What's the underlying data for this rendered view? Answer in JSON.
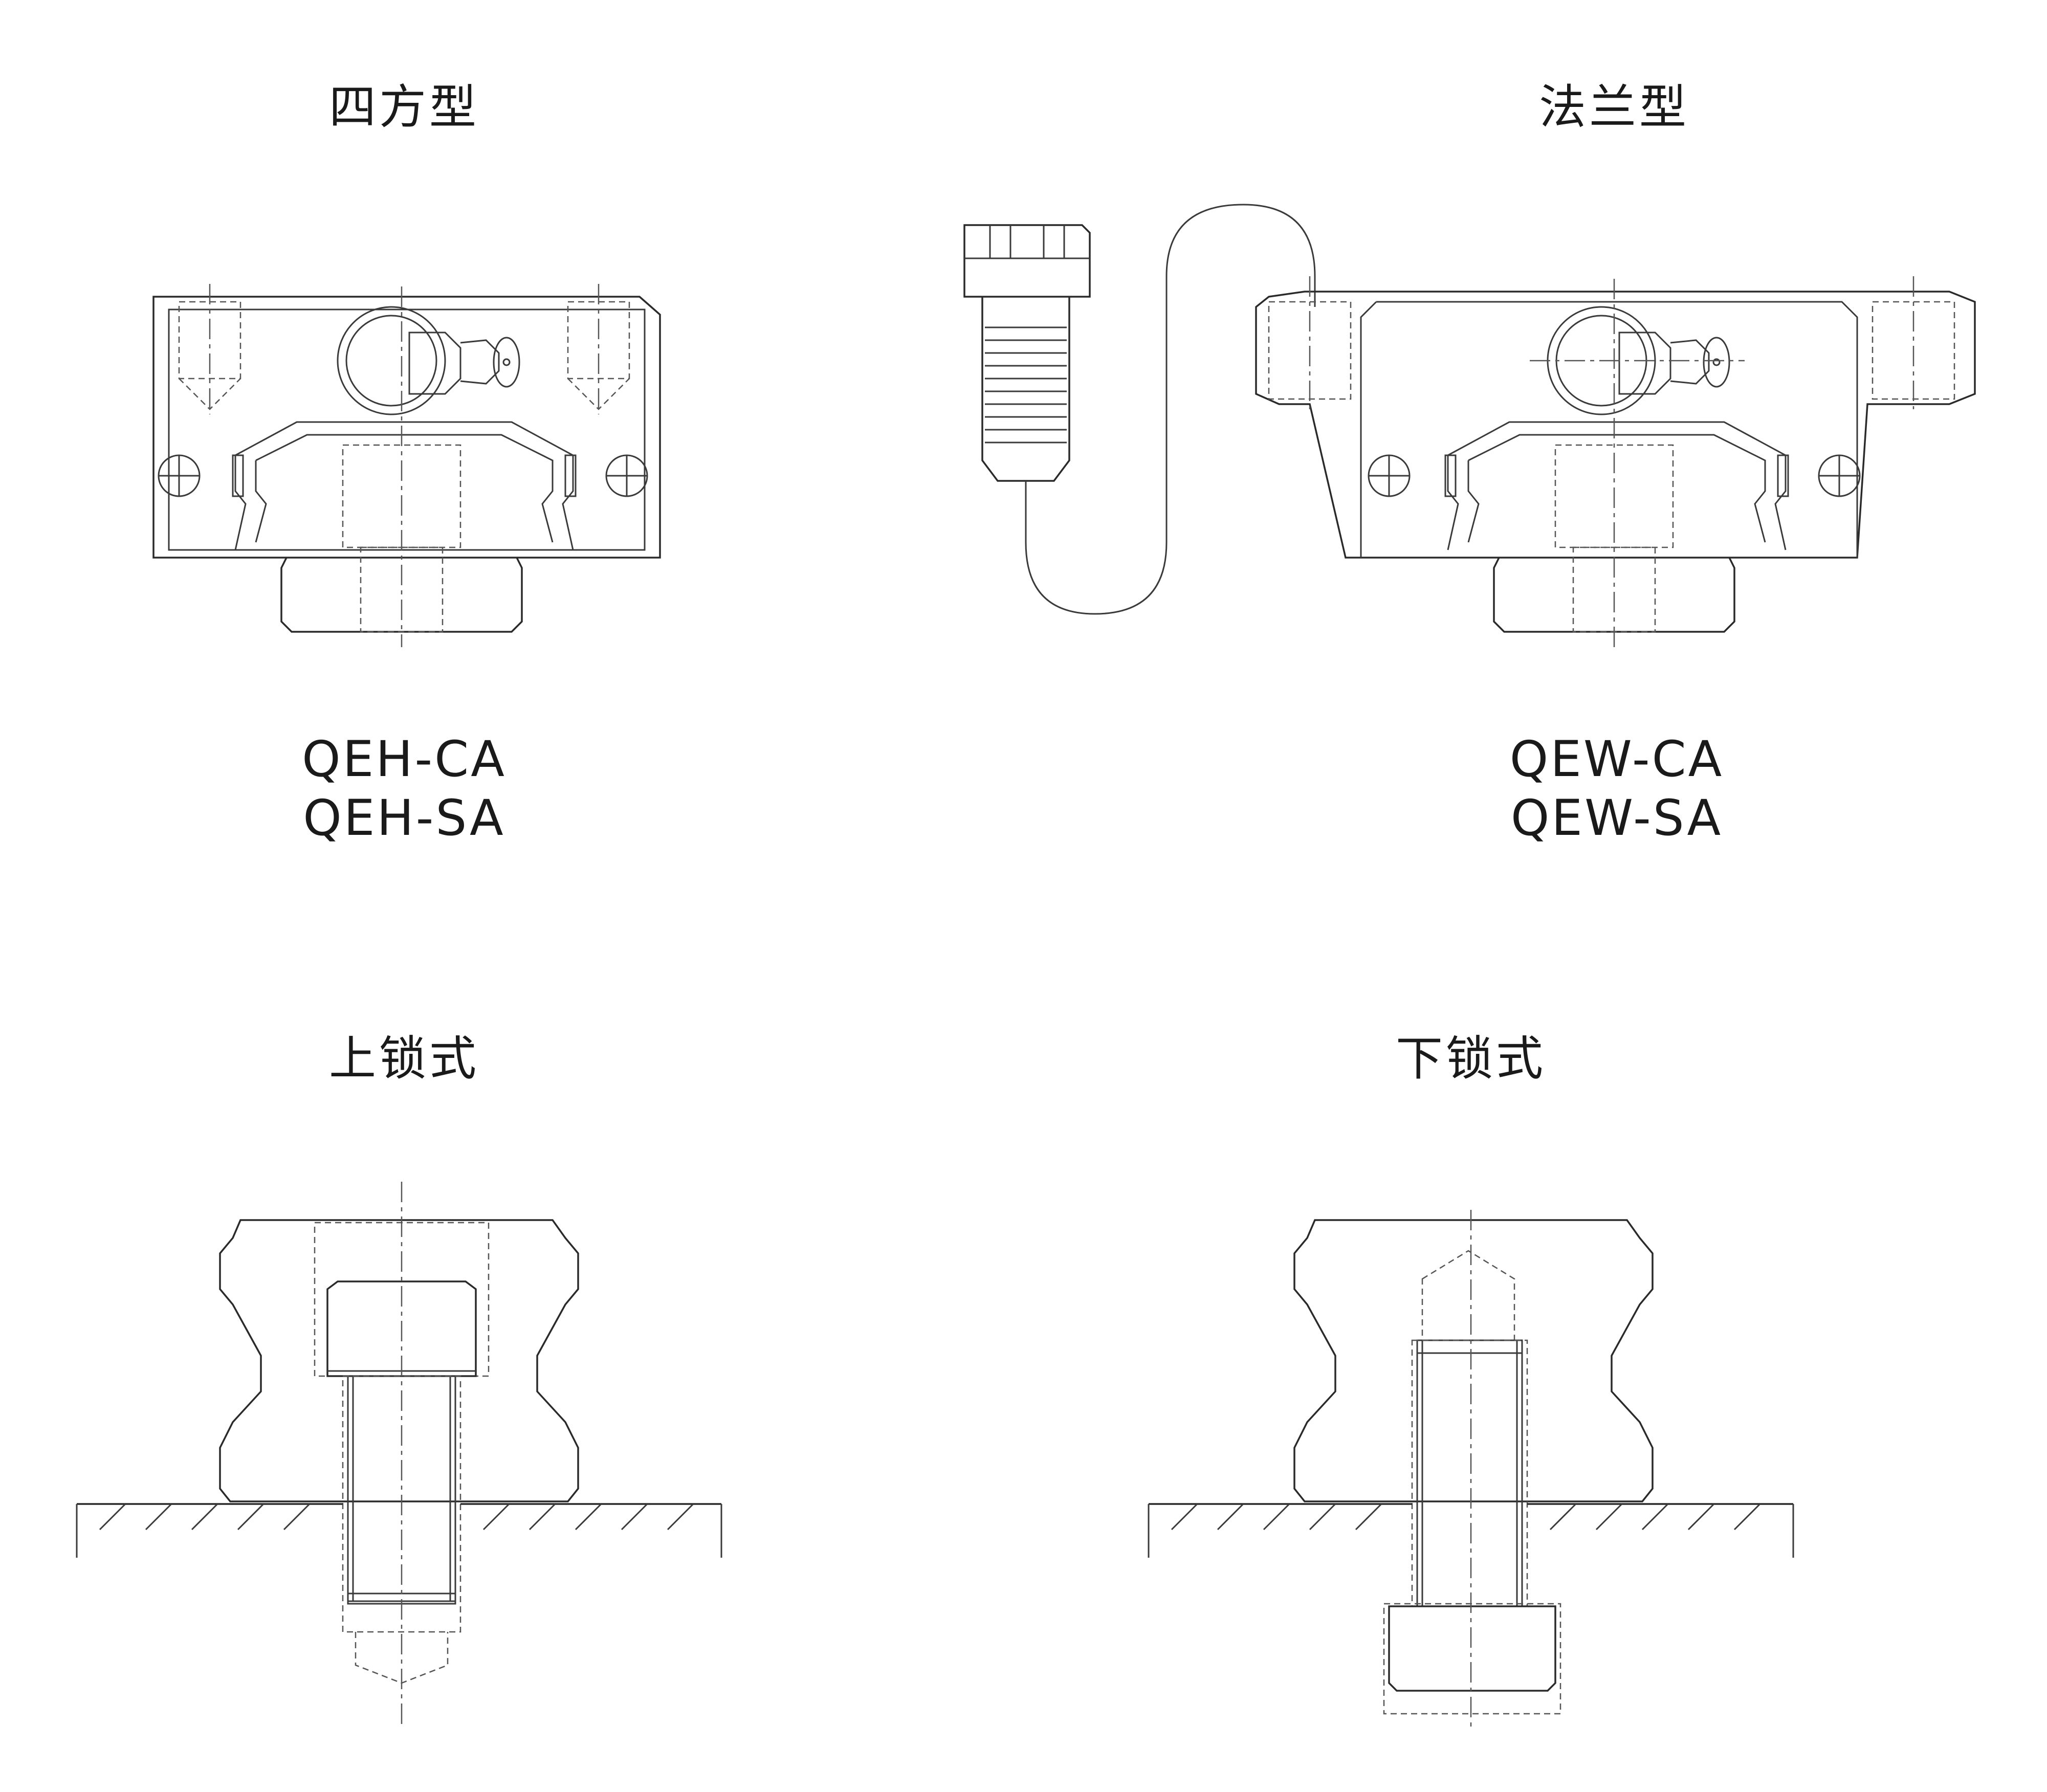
{
  "sections": {
    "square_type": {
      "title": "四方型",
      "models": [
        "QEH-CA",
        "QEH-SA"
      ]
    },
    "flange_type": {
      "title": "法兰型",
      "models": [
        "QEW-CA",
        "QEW-SA"
      ]
    },
    "top_lock": {
      "title": "上锁式"
    },
    "bottom_lock": {
      "title": "下锁式"
    }
  }
}
